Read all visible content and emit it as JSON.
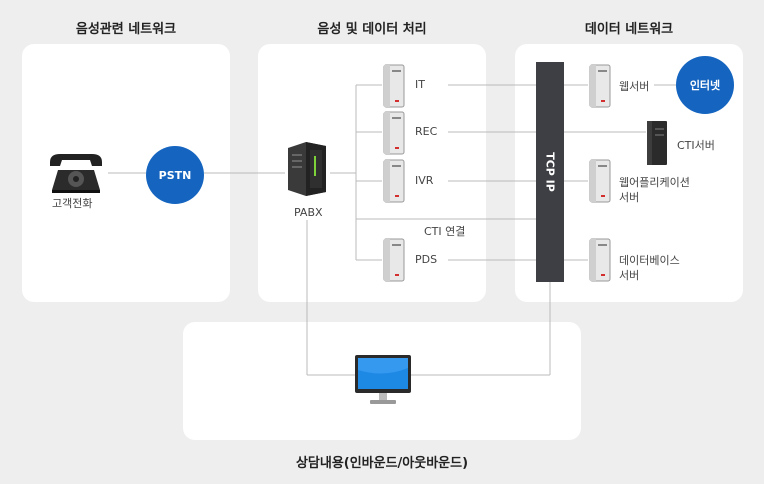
{
  "sections": {
    "voice_network": "음성관련 네트워크",
    "voice_data": "음성 및 데이터 처리",
    "data_network": "데이터 네트워크",
    "consult": "상담내용(인바운드/아웃바운드)"
  },
  "nodes": {
    "customer_phone": "고객전화",
    "pstn": "PSTN",
    "pabx": "PABX",
    "it": "IT",
    "rec": "REC",
    "ivr": "IVR",
    "cti_link": "CTI 연결",
    "pds": "PDS",
    "tcp_ip": "TCP IP",
    "web_server": "웹서버",
    "internet": "인터넷",
    "cti_server": "CTI서버",
    "web_app_server_1": "웹어플리케이션",
    "web_app_server_2": "서버",
    "db_server_1": "데이터베이스",
    "db_server_2": "서버"
  },
  "colors": {
    "circle_blue": "#1565c0",
    "tcp_bar": "#3d3f44",
    "panel": "#ffffff",
    "background": "#eeeeee"
  }
}
